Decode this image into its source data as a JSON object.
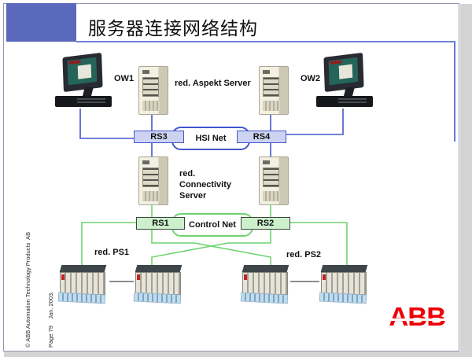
{
  "slide": {
    "title": "服务器连接网络结构",
    "logo_text": "ABB",
    "footer": {
      "line1": "© ABB Automation Technology Products  AB",
      "line2": "Page 79    Jan. 2003."
    }
  },
  "diagram": {
    "workstations": {
      "ow1": "OW1",
      "ow2": "OW2"
    },
    "servers": {
      "aspect": "red. Aspekt Server",
      "connectivity": "red. Connectivity Server"
    },
    "switches": {
      "rs1": "RS1",
      "rs2": "RS2",
      "rs3": "RS3",
      "rs4": "RS4"
    },
    "networks": {
      "hsi": "HSI Net",
      "control": "Control Net"
    },
    "ps": {
      "ps1": "red. PS1",
      "ps2": "red. PS2"
    },
    "colors": {
      "hsi_line_blue": "#4455cf",
      "control_line_green": "#6fd36f",
      "switch_fill_blue": "#ccd4f2",
      "switch_fill_green": "#ccf0cc",
      "title_block_blue": "#5b69bd",
      "abb_red": "#ee0008",
      "rack_link_gray": "#8c8c8c"
    }
  }
}
